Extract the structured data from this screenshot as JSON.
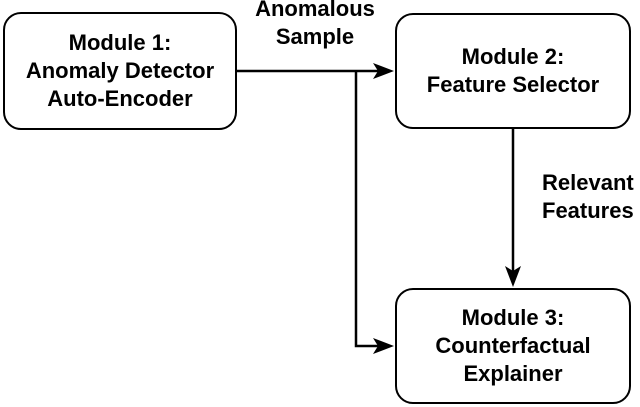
{
  "colors": {
    "background": "#ffffff",
    "stroke": "#000000",
    "text": "#000000"
  },
  "modules": [
    {
      "id": "module-1",
      "lines": [
        "Module 1:",
        "Anomaly Detector",
        "Auto-Encoder"
      ]
    },
    {
      "id": "module-2",
      "lines": [
        "Module 2:",
        "Feature Selector"
      ]
    },
    {
      "id": "module-3",
      "lines": [
        "Module 3:",
        "Counterfactual",
        "Explainer"
      ]
    }
  ],
  "edge_labels": [
    {
      "id": "anomalous-sample",
      "lines": [
        "Anomalous",
        "Sample"
      ]
    },
    {
      "id": "relevant-features",
      "lines": [
        "Relevant",
        "Features"
      ]
    }
  ],
  "edges": [
    {
      "from": "Module 1: Anomaly Detector Auto-Encoder",
      "to": "Module 2: Feature Selector",
      "label": "Anomalous Sample"
    },
    {
      "from": "Module 1: Anomaly Detector Auto-Encoder",
      "to": "Module 3: Counterfactual Explainer",
      "label": "Anomalous Sample"
    },
    {
      "from": "Module 2: Feature Selector",
      "to": "Module 3: Counterfactual Explainer",
      "label": "Relevant Features"
    }
  ]
}
